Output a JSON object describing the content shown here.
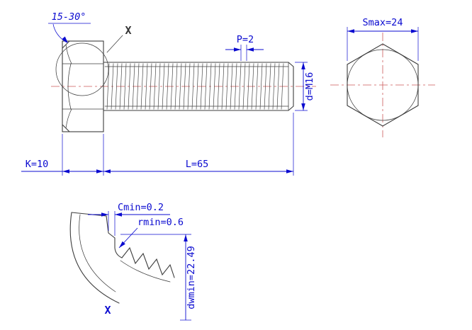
{
  "drawing": {
    "main_view": {
      "angle_label": "15-30°",
      "detail_marker": "X",
      "pitch_label": "P=2",
      "diameter_label": "d=M16",
      "head_height_label": "K=10",
      "length_label": "L=65"
    },
    "end_view": {
      "width_across_flats_label": "Smax=24"
    },
    "detail_view": {
      "chamfer_label": "Cmin=0.2",
      "fillet_label": "rmin=0.6",
      "bearing_diameter_label": "dwmin=22.49",
      "detail_marker": "X"
    },
    "colors": {
      "dimension": "#0b0bd0",
      "outline": "#3d3d3d",
      "centerline": "#cc5a5a"
    }
  }
}
